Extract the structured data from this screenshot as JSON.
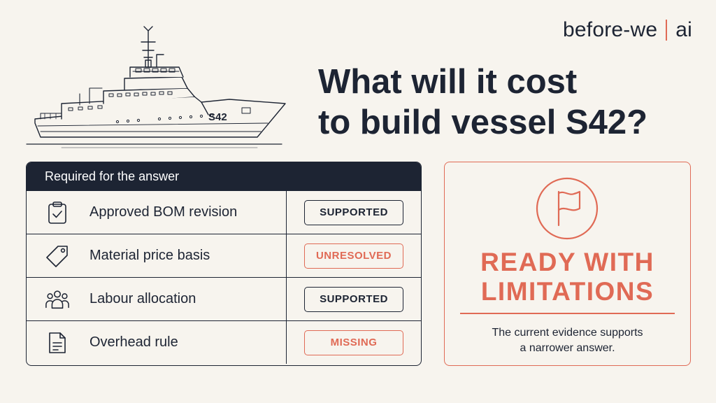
{
  "brand": {
    "name": "before-we",
    "suffix": "ai",
    "accent": "#e06a55"
  },
  "ship": {
    "hull_marking": "S42",
    "icon": "ship-illustration"
  },
  "headline": {
    "line1": "What will it cost",
    "line2": "to build vessel S42?"
  },
  "requirements": {
    "header": "Required for the answer",
    "rows": [
      {
        "icon": "clipboard-check-icon",
        "label": "Approved BOM revision",
        "status": "SUPPORTED",
        "status_color": "#1d2433"
      },
      {
        "icon": "price-tag-icon",
        "label": "Material price basis",
        "status": "UNRESOLVED",
        "status_color": "#e06a55"
      },
      {
        "icon": "people-group-icon",
        "label": "Labour allocation",
        "status": "SUPPORTED",
        "status_color": "#1d2433"
      },
      {
        "icon": "document-icon",
        "label": "Overhead rule",
        "status": "MISSING",
        "status_color": "#e06a55"
      }
    ]
  },
  "verdict": {
    "icon": "flag-icon",
    "title_line1": "READY WITH",
    "title_line2": "LIMITATIONS",
    "note_line1": "The current evidence supports",
    "note_line2": "a narrower answer.",
    "color": "#e06a55"
  },
  "colors": {
    "ink": "#1d2433",
    "background": "#f7f4ee",
    "accent": "#e06a55"
  }
}
